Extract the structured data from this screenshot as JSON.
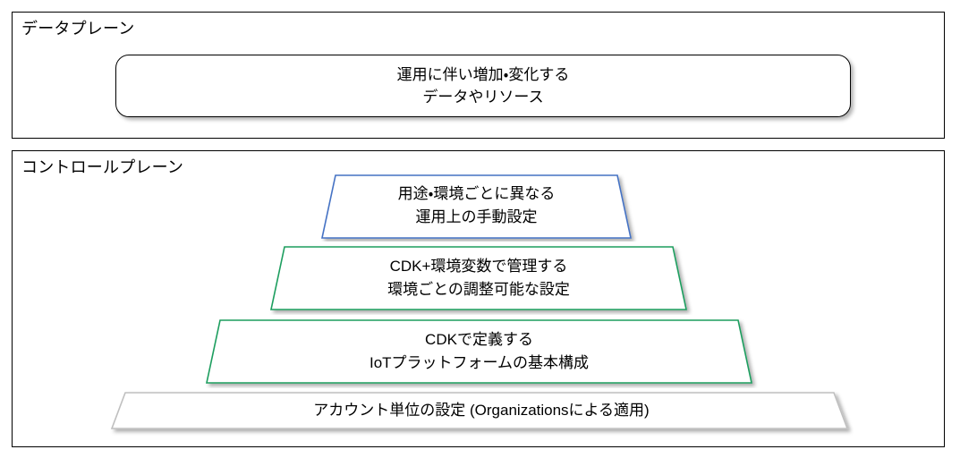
{
  "diagram": {
    "title_hidden": "",
    "planes": [
      {
        "id": "data-plane",
        "label": "データプレーン",
        "box": {
          "name": "data-plane-box",
          "shape": "rounded-rectangle",
          "border_color": "#000000",
          "fill_color": "#FFFFFF",
          "lines": [
            "運用に伴い増加・変化する",
            "データやリソース"
          ]
        }
      },
      {
        "id": "control-plane",
        "label": "コントロールプレーン"
      }
    ],
    "pyramid": {
      "name": "control-plane-pyramid",
      "tiers": [
        {
          "level": 1,
          "name": "manual-operational-settings",
          "shape": "trapezoid",
          "border_color": "#4472C4",
          "fill_color": "#FFFFFF",
          "lines": [
            "用途・環境ごとに異なる",
            "運用上の手動設定"
          ]
        },
        {
          "level": 2,
          "name": "cdk-env-var-settings",
          "shape": "trapezoid",
          "border_color": "#1E9E5E",
          "fill_color": "#FFFFFF",
          "lines": [
            "CDK+環境変数で管理する",
            "環境ごとの調整可能な設定"
          ]
        },
        {
          "level": 3,
          "name": "cdk-base-platform",
          "shape": "trapezoid",
          "border_color": "#1E9E5E",
          "fill_color": "#FFFFFF",
          "lines": [
            "CDKで定義する",
            "IoTプラットフォームの基本構成"
          ]
        },
        {
          "level": 4,
          "name": "account-level-settings",
          "shape": "trapezoid",
          "border_color": "#BFBFBF",
          "fill_color": "#FFFFFF",
          "lines": [
            "アカウント単位の設定 (Organizationsによる適用)"
          ]
        }
      ]
    },
    "colors": {
      "blue_accent": "#4472C4",
      "green_accent": "#1E9E5E",
      "gray_accent": "#BFBFBF",
      "outline": "#000000",
      "background": "#FFFFFF"
    }
  }
}
